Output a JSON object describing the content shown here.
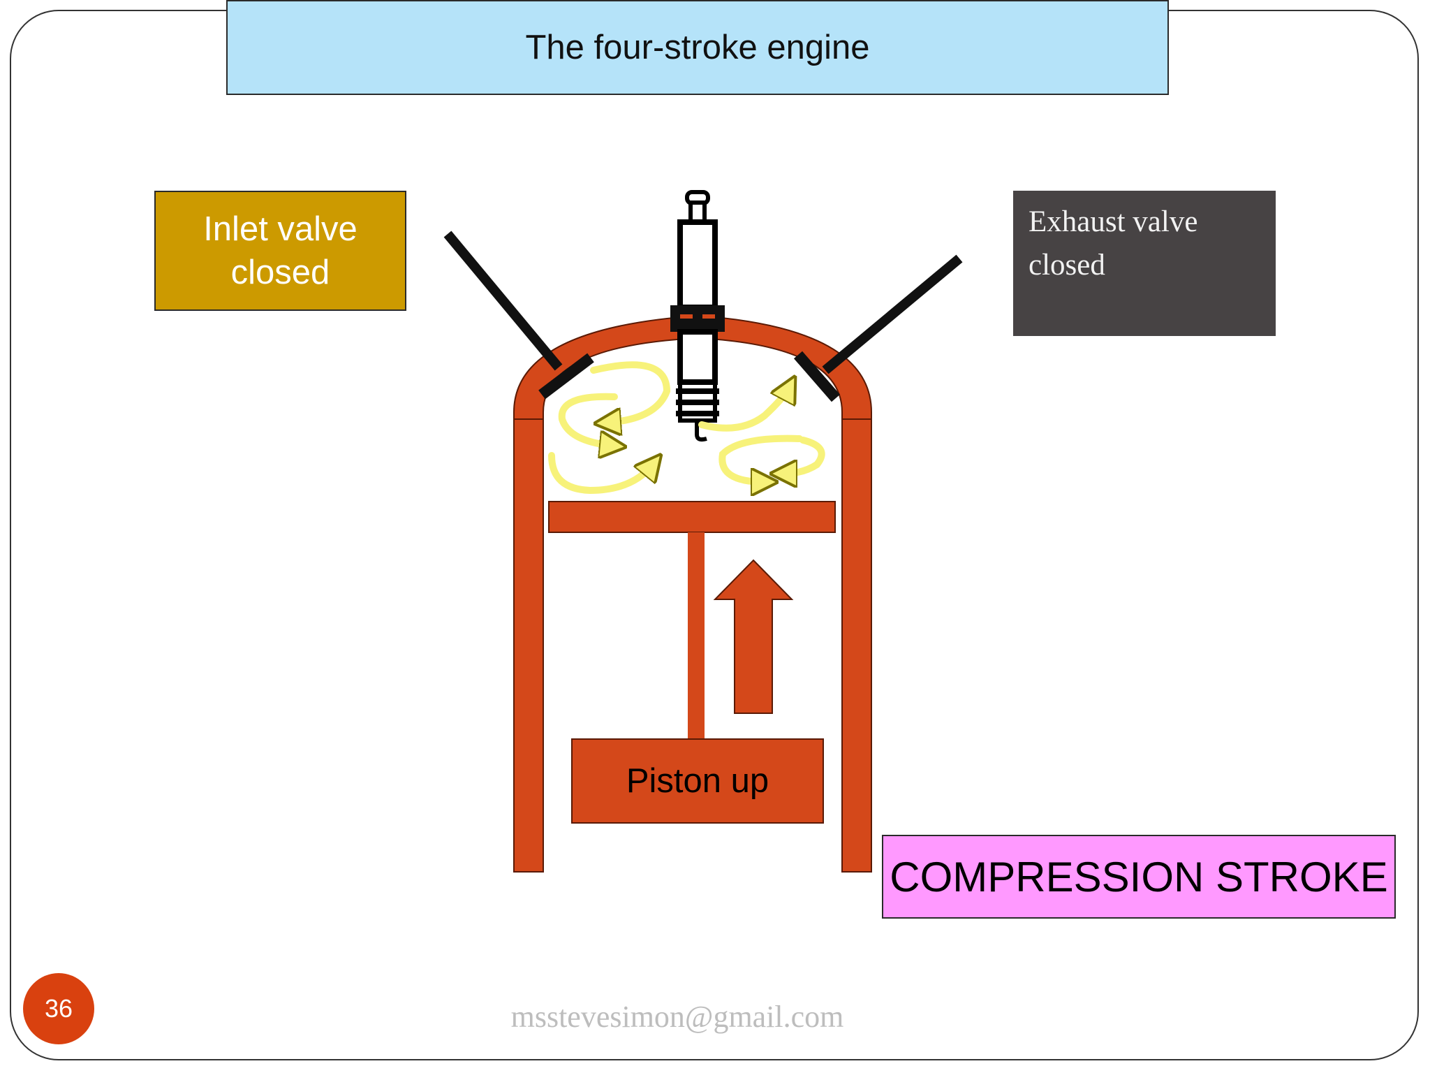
{
  "title": "The four-stroke engine",
  "inlet_label": {
    "line1": "Inlet valve",
    "line2": "closed"
  },
  "exhaust_label": {
    "line1": "Exhaust valve",
    "line2": "closed"
  },
  "piston_label": "Piston up",
  "stroke_label": "COMPRESSION STROKE",
  "page_number": "36",
  "footer_email": "msstevesimon@gmail.com",
  "colors": {
    "cylinder": "#d4481a",
    "title_bg": "#b5e3f9",
    "inlet_bg": "#cc9a00",
    "exhaust_bg": "#474344",
    "stroke_bg": "#ff99ff",
    "swirl": "#f7f27a"
  }
}
